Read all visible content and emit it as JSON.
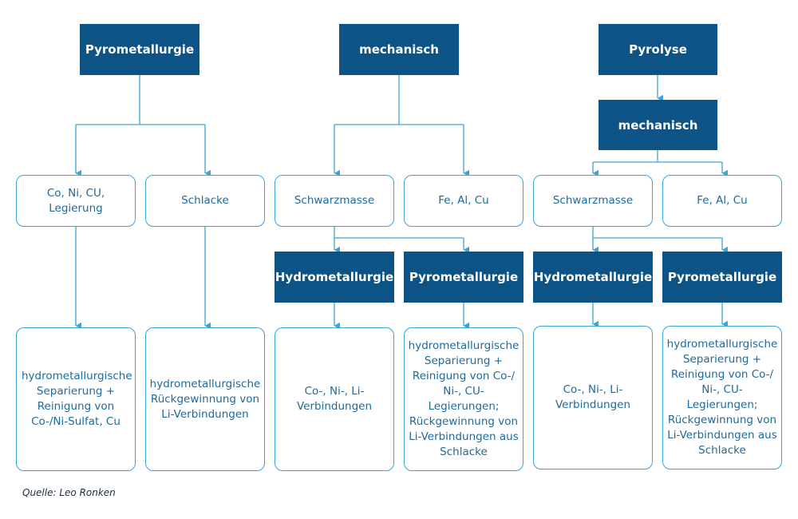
{
  "columns": [
    {
      "top": "Pyrometallurgie",
      "branches": [
        "Co, Ni, CU, Legierung",
        "Schlacke"
      ],
      "results": [
        "hydrometallurgische Separierung + Reinigung von Co-/Ni-Sulfat, Cu",
        "hydrometallurgische Rückgewinnung von Li-Verbindungen"
      ]
    },
    {
      "top": "mechanisch",
      "branches": [
        "Schwarzmasse",
        "Fe, Al, Cu"
      ],
      "processes": [
        "Hydrometallurgie",
        "Pyrometallurgie"
      ],
      "results": [
        "Co-, Ni-, Li-Verbindungen",
        "hydrometallurgische Separierung + Reinigung von Co-/ Ni-, CU-Legierungen; Rückgewinnung von Li-Verbindungen aus Schlacke"
      ]
    },
    {
      "top": "Pyrolyse",
      "second": "mechanisch",
      "branches": [
        "Schwarzmasse",
        "Fe, Al, Cu"
      ],
      "processes": [
        "Hydrometallurgie",
        "Pyrometallurgie"
      ],
      "results": [
        "Co-, Ni-, Li-Verbindungen",
        "hydrometallurgische Separierung + Reinigung von Co-/ Ni-, CU-Legierungen; Rückgewinnung von Li-Verbindungen aus Schlacke"
      ]
    }
  ],
  "source": "Quelle: Leo Ronken",
  "colors": {
    "dark_box": "#0e5386",
    "connector": "#3aa5d6",
    "light_text": "#1e6a9c"
  }
}
